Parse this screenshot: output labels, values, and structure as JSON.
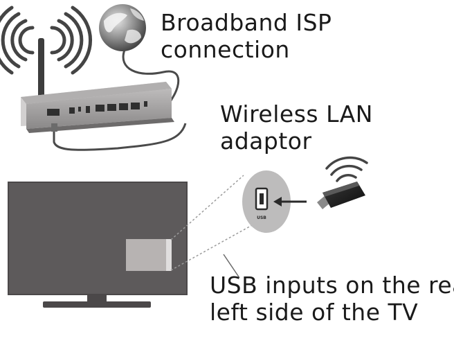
{
  "labels": {
    "isp": [
      "Broadband ISP",
      "connection"
    ],
    "adaptor": [
      "Wireless LAN",
      "adaptor"
    ],
    "usb_inputs": [
      "USB inputs on the rear",
      "left side of the TV"
    ]
  },
  "usb_port_text": "USB",
  "colors": {
    "tv_screen": "#5d5a5b",
    "tv_frame": "#4b4849",
    "router_body": "#9a9898",
    "router_face": "#c8c6c6",
    "cable": "#4a4a4a",
    "globe": "#7d7d7d",
    "usb_panel": "#b7b3b2",
    "callout": "#bdbcbc",
    "text": "#1a1a1a"
  }
}
